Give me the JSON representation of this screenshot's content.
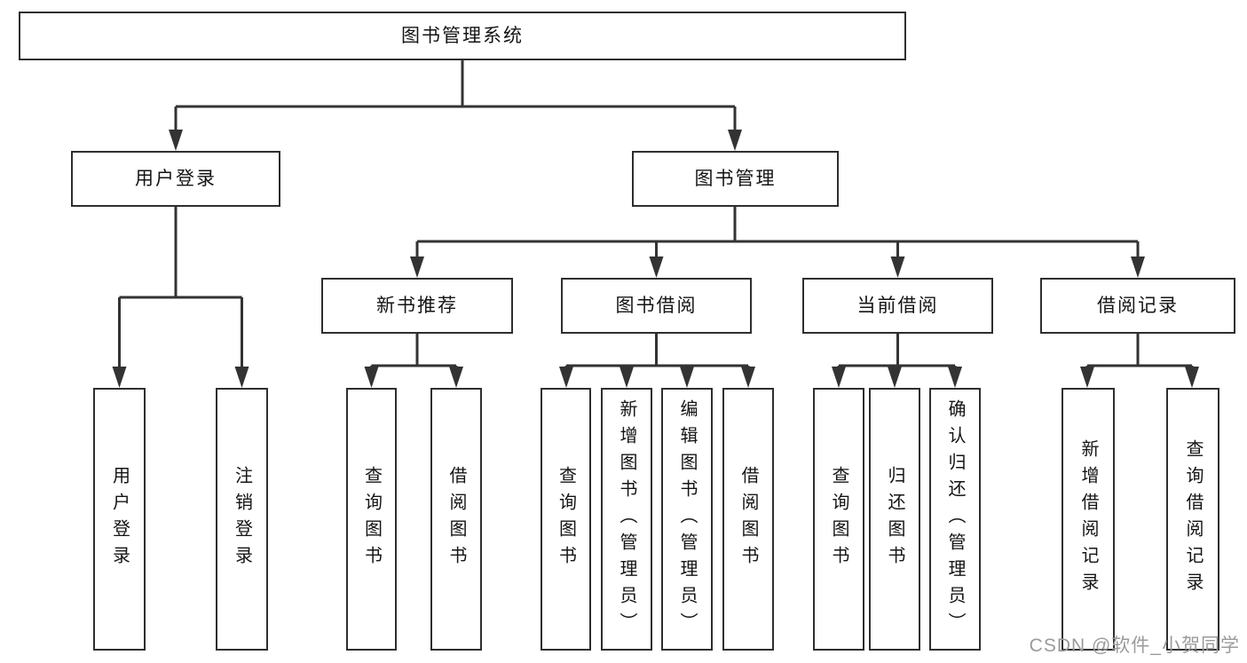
{
  "diagram": {
    "root": {
      "label": "图书管理系统"
    },
    "level2": [
      {
        "label": "用户登录",
        "children": [
          {
            "label": "用户登录"
          },
          {
            "label": "注销登录"
          }
        ]
      },
      {
        "label": "图书管理",
        "children": [
          {
            "label": "新书推荐",
            "children": [
              {
                "label": "查询图书"
              },
              {
                "label": "借阅图书"
              }
            ]
          },
          {
            "label": "图书借阅",
            "children": [
              {
                "label": "查询图书"
              },
              {
                "label": "新增图书（管理员）"
              },
              {
                "label": "编辑图书（管理员）"
              },
              {
                "label": "借阅图书"
              }
            ]
          },
          {
            "label": "当前借阅",
            "children": [
              {
                "label": "查询图书"
              },
              {
                "label": "归还图书"
              },
              {
                "label": "确认归还（管理员）"
              }
            ]
          },
          {
            "label": "借阅记录",
            "children": [
              {
                "label": "新增借阅记录"
              },
              {
                "label": "查询借阅记录"
              }
            ]
          }
        ]
      }
    ]
  },
  "watermark": {
    "text": "CSDN @软件_小贺同学",
    "color": "#9b9b9b"
  },
  "colors": {
    "line": "#333333",
    "box_border": "#2e2e2e",
    "background": "#ffffff",
    "text": "#141414"
  }
}
